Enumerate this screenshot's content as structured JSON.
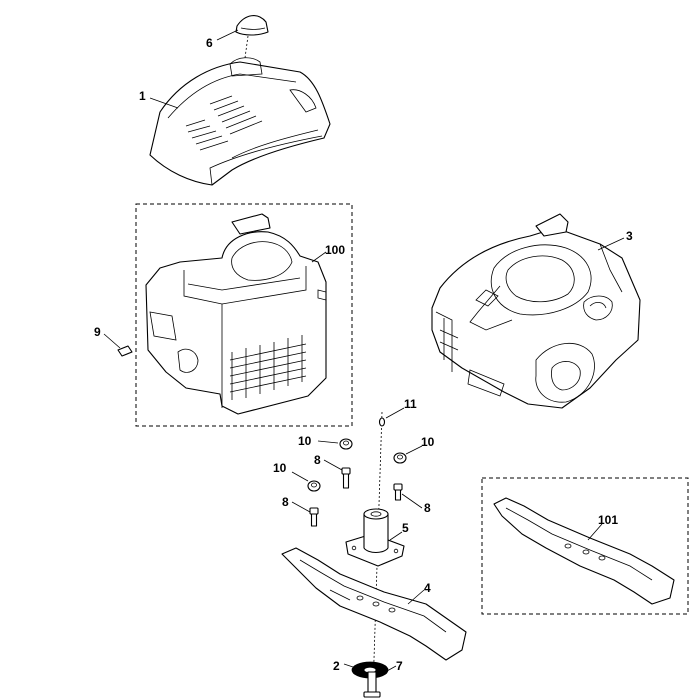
{
  "labels": {
    "p1": "1",
    "p2": "2",
    "p3": "3",
    "p4": "4",
    "p5": "5",
    "p6": "6",
    "p7": "7",
    "p8a": "8",
    "p8b": "8",
    "p8c": "8",
    "p9": "9",
    "p10a": "10",
    "p10b": "10",
    "p10c": "10",
    "p11": "11",
    "p100": "100",
    "p101": "101"
  }
}
